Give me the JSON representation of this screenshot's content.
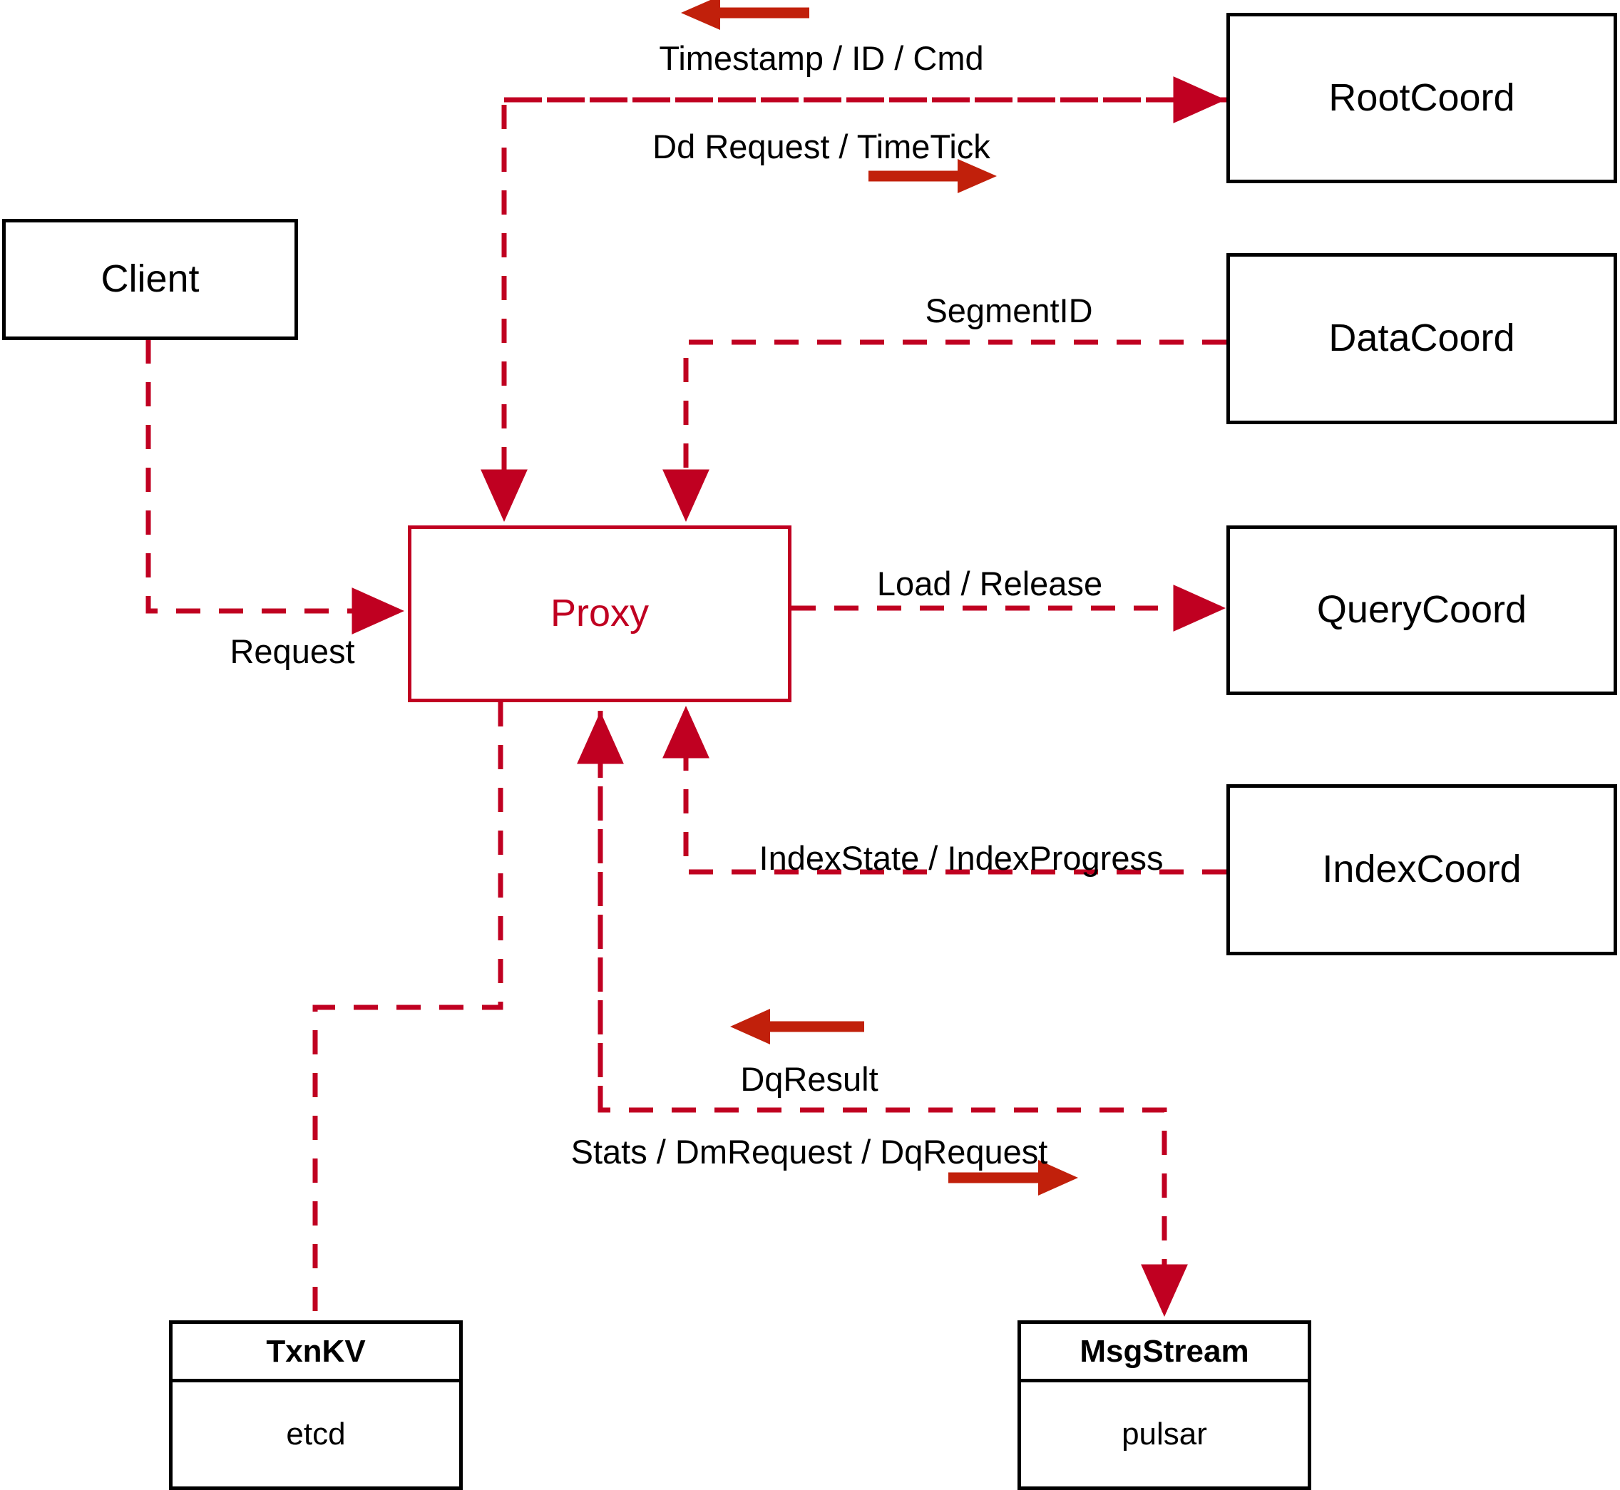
{
  "diagram": {
    "title": "Milvus Proxy component interaction diagram",
    "colors": {
      "accent_red": "#c00021",
      "arrow_red": "#c1200b",
      "node_border": "#000000",
      "background": "#ffffff"
    },
    "nodes": {
      "client": {
        "label": "Client"
      },
      "proxy": {
        "label": "Proxy"
      },
      "root_coord": {
        "label": "RootCoord"
      },
      "data_coord": {
        "label": "DataCoord"
      },
      "query_coord": {
        "label": "QueryCoord"
      },
      "index_coord": {
        "label": "IndexCoord"
      },
      "txn_kv": {
        "header": "TxnKV",
        "body": "etcd"
      },
      "msg_stream": {
        "header": "MsgStream",
        "body": "pulsar"
      }
    },
    "edge_labels": {
      "timestamp_id_cmd": "Timestamp / ID / Cmd",
      "dd_request_timetick": "Dd Request / TimeTick",
      "segment_id": "SegmentID",
      "request": "Request",
      "load_release": "Load / Release",
      "index_state_progress": "IndexState / IndexProgress",
      "dq_result": "DqResult",
      "stats_dm_dq_request": "Stats / DmRequest / DqRequest"
    }
  }
}
